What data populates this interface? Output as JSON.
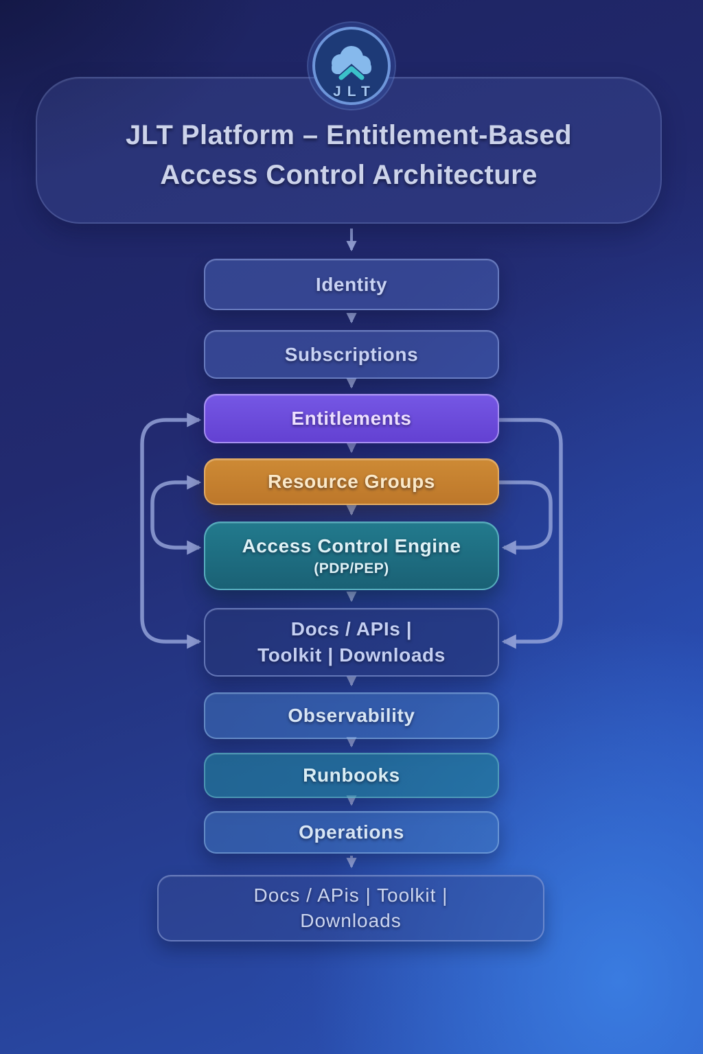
{
  "logo": {
    "icon": "cloud-icon",
    "label": "JLT"
  },
  "header": {
    "title": "JLT Platform – Entitlement-Based Access Control Architecture"
  },
  "nodes": [
    {
      "id": "identity",
      "label": "Identity"
    },
    {
      "id": "subscriptions",
      "label": "Subscriptions"
    },
    {
      "id": "entitlements",
      "label": "Entitlements"
    },
    {
      "id": "resource-groups",
      "label": "Resource Groups"
    },
    {
      "id": "access-control-engine",
      "label": "Access Control Engine",
      "sublabel": "(PDP/PEP)"
    },
    {
      "id": "docs-apis",
      "label": "Docs / APIs |",
      "sublabel": "Toolkit | Downloads"
    },
    {
      "id": "observability",
      "label": "Observability"
    },
    {
      "id": "runbooks",
      "label": "Runbooks"
    },
    {
      "id": "operations",
      "label": "Operations"
    },
    {
      "id": "docs-downloads",
      "label": "Docs / APis | Toolkit |",
      "sublabel": "Downloads"
    }
  ],
  "edges": {
    "main_flow": [
      "Title panel → Identity",
      "Identity → Subscriptions",
      "Subscriptions → Entitlements",
      "Entitlements → Resource Groups",
      "Resource Groups → Access Control Engine (PDP/PEP)",
      "Access Control Engine (PDP/PEP) → Docs / APIs | Toolkit | Downloads",
      "Docs / APIs | Toolkit | Downloads → Observability",
      "Observability → Runbooks",
      "Runbooks → Operations",
      "Operations → Docs / APis | Toolkit | Downloads"
    ],
    "side_links": [
      {
        "from": "Entitlements",
        "to": "Docs / APIs | Toolkit | Downloads",
        "side": "left",
        "arrowheads": "both-into-boxes"
      },
      {
        "from": "Resource Groups",
        "to": "Access Control Engine",
        "side": "left",
        "arrowheads": "both-into-boxes"
      },
      {
        "from": "Entitlements",
        "to": "Docs / APIs | Toolkit | Downloads",
        "side": "right",
        "arrowheads": "into-target"
      },
      {
        "from": "Resource Groups",
        "to": "Access Control Engine",
        "side": "right",
        "arrowheads": "into-target"
      }
    ]
  },
  "colors": {
    "entitlements": "#6a49dd",
    "resource_groups": "#c5802e",
    "access_control_engine": "#1e7183",
    "connector": "#9aa9de",
    "background_dark": "#1d2360",
    "background_glow": "#3173d8",
    "title_text": "#ccd3ea",
    "logo_cloud": "#86b9ec",
    "logo_chevron": "#3bc2ca"
  }
}
